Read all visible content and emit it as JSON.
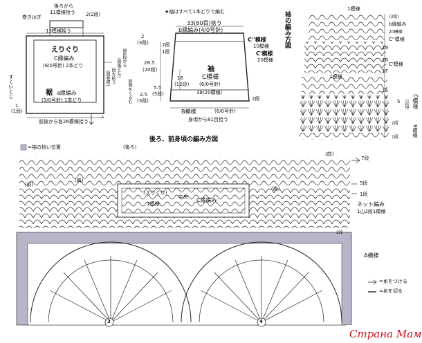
{
  "body_diagram": {
    "top_start": "後ろから",
    "top_pickup": "11模様拾う",
    "top_rows": "2(2段)",
    "neck_finish": "巻きはぎ",
    "neck_count": "13模様拾う",
    "collar_title": "えりぐり",
    "collar_pattern": "C縁編み",
    "collar_needle": "(6/0号針) 2本どり",
    "side_left": "すくいとじ",
    "side_right_1": "前6段から",
    "side_right_2": "(前後とも)",
    "side_right_3": "目を拾う",
    "side_right_4": "(図参照)",
    "side_right_5": "前側をくるむ",
    "hem_title": "裾",
    "hem_pattern": "a縁編み",
    "hem_needle": "(5/0号針) 1本どり",
    "hem_rows": "1",
    "hem_rows_2": "(1段)",
    "bottom_count": "前後から各26模様拾う"
  },
  "sleeve_diagram": {
    "note": "★袖はすべて1本どりで編む",
    "top_count": "33(80目)拾う",
    "top_border": "b縁編み(4/0号針)",
    "left_top": "2",
    "left_top_rows": "(3段)",
    "rows_2": "2段",
    "rows_1": "1段",
    "c_pp": "C''模様",
    "c_p": "C'模様",
    "rows_10": "10模様",
    "rows_20": "20模様",
    "height": "28.5",
    "height_rows": "(20段)",
    "inner": "16",
    "inner_rows": "(12段)",
    "title": "袖",
    "pattern": "C模様",
    "needle": "(6/0号針)",
    "low_a": "5.5",
    "low_a_rows": "(5段)",
    "low_b": "2.5",
    "low_b_rows": "(3段)",
    "bottom_width": "38(20模様)",
    "bottom_rows": "2段",
    "bottom_pattern": "B模様",
    "bottom_needle": "(6/0号針)",
    "pickup": "身頃から81目拾う"
  },
  "sleeve_chart": {
    "title": "袖の編み方図",
    "top": "1模様",
    "r3": "(3段)",
    "b_border": "b縁編み",
    "rows_20": "20模様",
    "c_pp": "C''模様",
    "n19": "19",
    "n18": "18",
    "c_p": "C'模様",
    "n17": "17",
    "one_pattern": "1模様",
    "n16": "16",
    "c_pattern": "C模様",
    "n5": "5",
    "n5r": "(5段)",
    "n2": "2段",
    "b_pattern": "B模様",
    "n1": "1段"
  },
  "main_chart": {
    "legend": "=袖の拾い位置",
    "title": "後ろ、前身頃の編み方図",
    "back": "(後ろ)",
    "front_l": "(前)",
    "front_r": "(前)",
    "shoulder_l": "(肩)",
    "shoulder_r": "(肩)",
    "collar": "(えりぐり)",
    "collar_pattern": "C縁編み",
    "one_pattern": "1模様",
    "center": "中央",
    "r7": "7段",
    "r5": "5段",
    "r1": "1段",
    "net": "ネット編み",
    "net_pattern": "1山2段1模様",
    "r2": "2段",
    "a_pattern": "A模様",
    "legend_attach": "=糸をつける",
    "legend_cut": "=糸を切る",
    "motif_left": "3",
    "motif_right": "4"
  },
  "watermark": "Страна Мам"
}
